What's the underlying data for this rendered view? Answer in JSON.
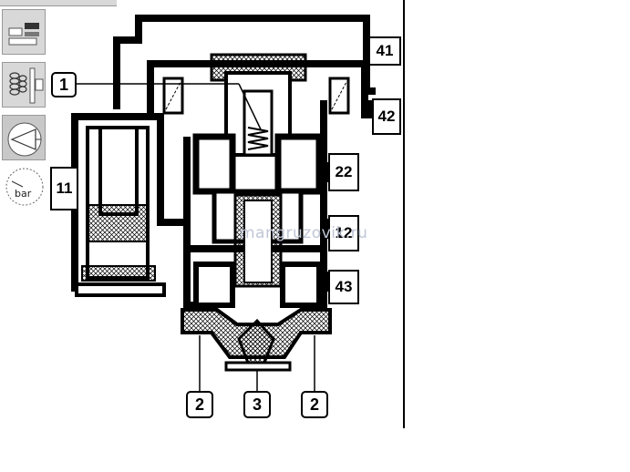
{
  "toolbar": {
    "icons": [
      "components-icon",
      "spring-icon",
      "cone-icon",
      "pressure-gauge-icon"
    ],
    "gauge_unit": "bar"
  },
  "ports": {
    "p41": "41",
    "p42": "42",
    "p22": "22",
    "p12": "12",
    "p43": "43",
    "p11": "11",
    "p1": "1",
    "p2_left": "2",
    "p3": "3",
    "p2_right": "2"
  },
  "watermark": "mangruzovik.ru",
  "colors": {
    "line": "#000000",
    "toolbar_bg": "#d8d8d8",
    "watermark": "#bfc6d6"
  }
}
